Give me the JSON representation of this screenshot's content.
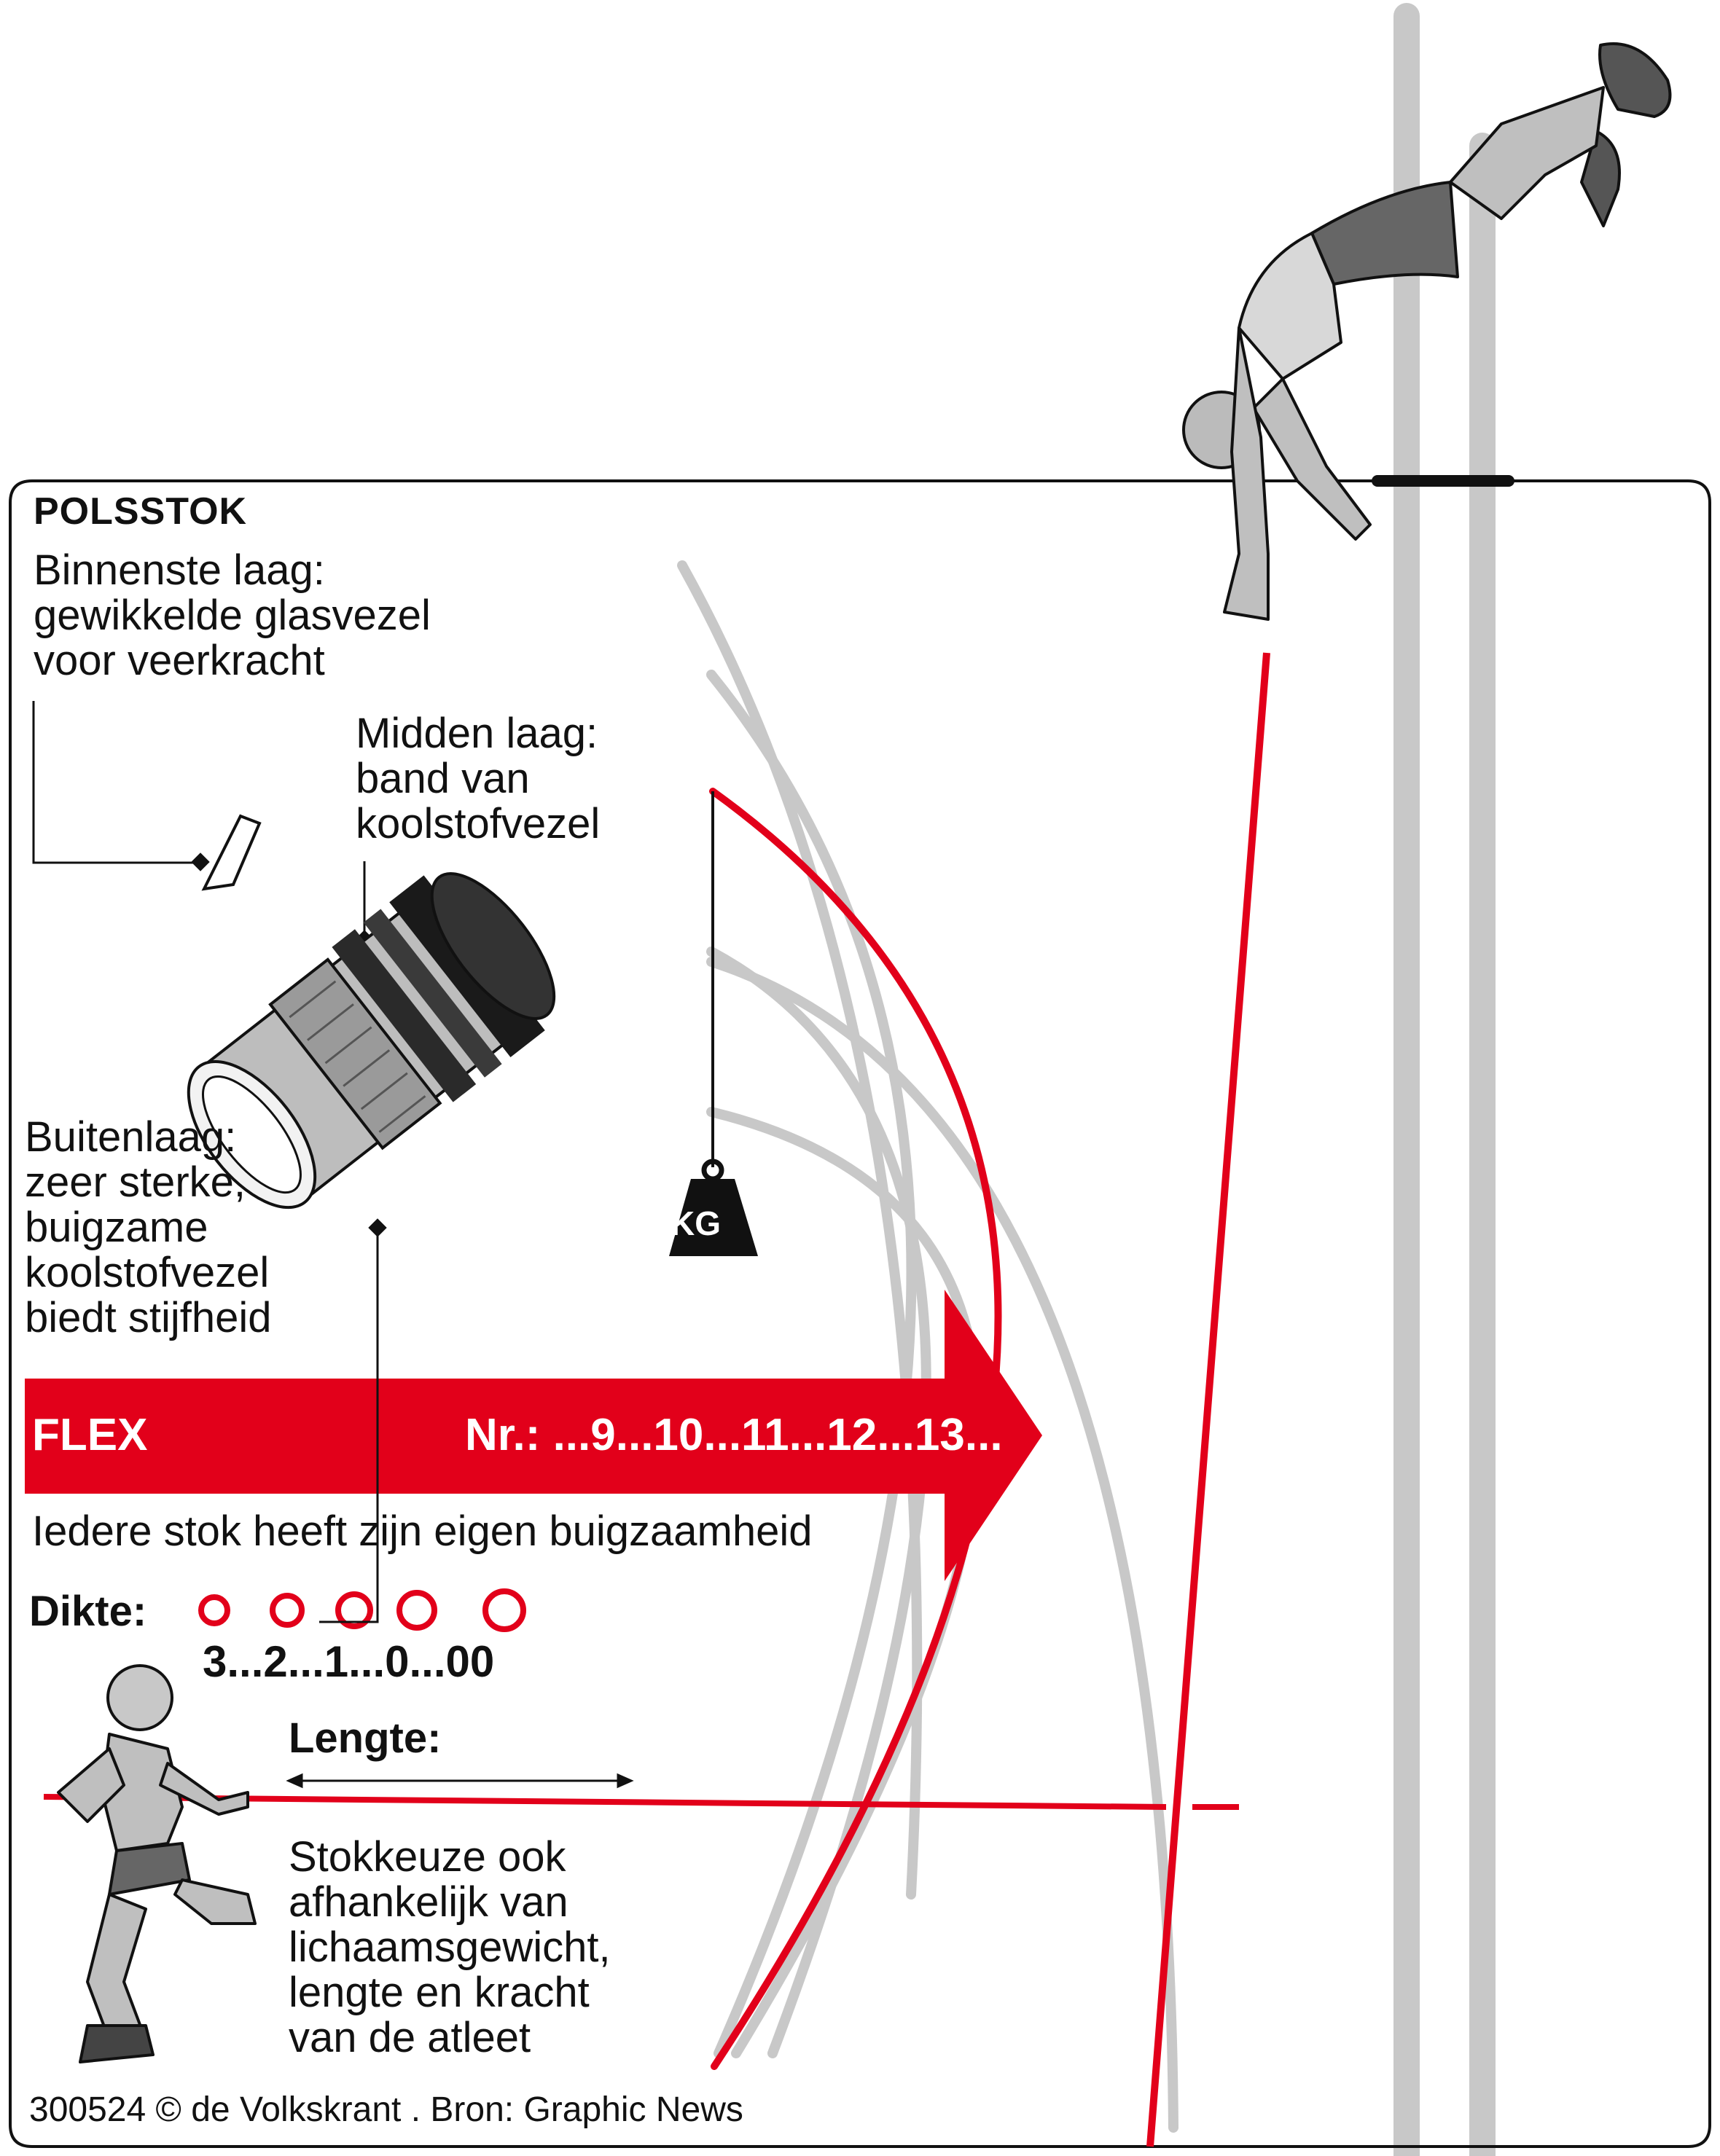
{
  "title": "POLSSTOK",
  "layers": {
    "inner": [
      "Binnenste laag:",
      "gewikkelde glasvezel",
      "voor veerkracht"
    ],
    "middle": [
      "Midden laag:",
      "band van",
      "koolstofvezel"
    ],
    "outer": [
      "Buitenlaag:",
      "zeer sterke,",
      "buigzame",
      "koolstofvezel",
      "biedt stijfheid"
    ]
  },
  "flex": {
    "label": "FLEX",
    "numbers": "Nr.: ...9...10...11...12...13...",
    "note": "Iedere stok heeft zijn eigen buigzaamheid"
  },
  "weight_label": "KG",
  "thickness": {
    "label": "Dikte:",
    "scale": "3...2...1...0...00"
  },
  "length": {
    "label": "Lengte:"
  },
  "choice_note": [
    "Stokkeuze ook",
    "afhankelijk van",
    "lichaamsgewicht,",
    "lengte en kracht",
    "van de atleet"
  ],
  "credit": "300524 © de Volkskrant . Bron: Graphic News",
  "colors": {
    "accent_red": "#e2001a",
    "pole_grey": "#c8c8c8",
    "text": "#111111",
    "frame": "#111111"
  },
  "icons": [
    "pole-vaulter-figure",
    "runner-figure",
    "pole-cross-section-illustration",
    "weight-kg-icon",
    "crossbar-uprights"
  ]
}
